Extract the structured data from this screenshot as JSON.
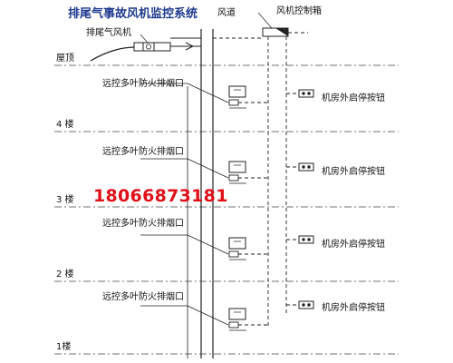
{
  "title": "排尾气事故风机监控系统",
  "labels": {
    "duct": "风道",
    "control_box": "风机控制箱",
    "exhaust_fan": "排尾气风机"
  },
  "floors": [
    "屋顶",
    "4 楼",
    "3 楼",
    "2 楼",
    "1楼"
  ],
  "damper_label": "远控多叶防火排烟口",
  "button_label": "机房外启停按钮",
  "phone": "18066873181",
  "colors": {
    "title": "#1f3a8f",
    "phone": "#e0101a",
    "lines": "#222222"
  }
}
